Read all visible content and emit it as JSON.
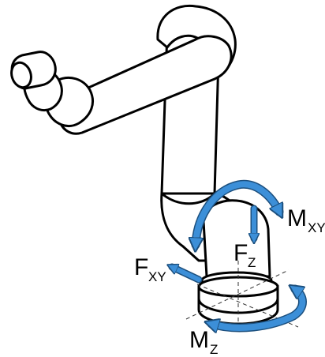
{
  "colors": {
    "force_fill": "#3c8fd8",
    "force_outline": "#1c4f7d",
    "robot_outline": "#000000",
    "robot_fill": "#ffffff"
  },
  "labels": {
    "moment_xy": {
      "main": "M",
      "sub": "XY"
    },
    "force_z": {
      "main": "F",
      "sub": "Z"
    },
    "force_xy": {
      "main": "F",
      "sub": "XY"
    },
    "moment_z": {
      "main": "M",
      "sub": "Z"
    }
  }
}
